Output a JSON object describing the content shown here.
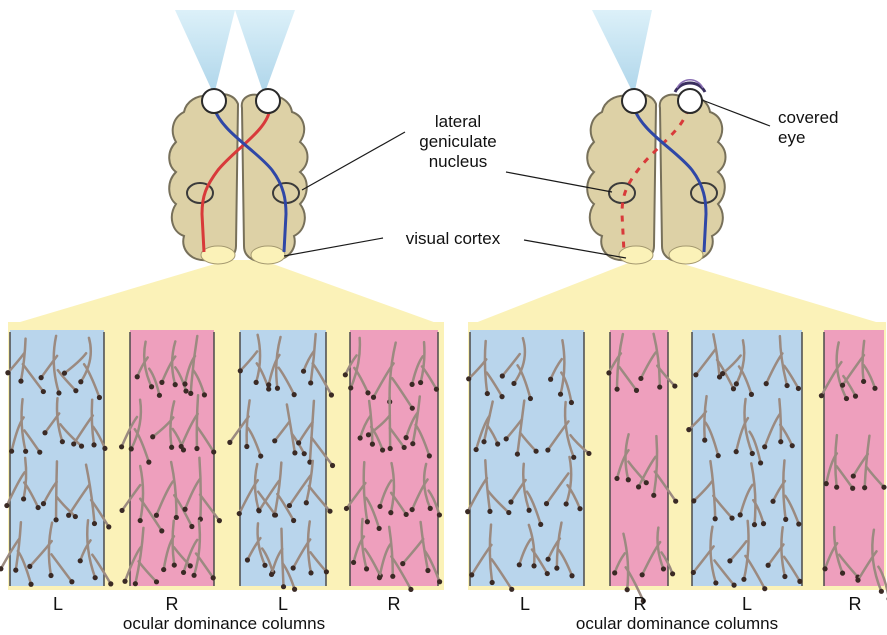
{
  "labels": {
    "lgn_line1": "lateral",
    "lgn_line2": "geniculate",
    "lgn_line3": "nucleus",
    "visual_cortex": "visual cortex",
    "covered_line1": "covered",
    "covered_line2": "eye"
  },
  "left_panel": {
    "columns": [
      "L",
      "R",
      "L",
      "R"
    ],
    "caption": "ocular dominance columns"
  },
  "right_panel": {
    "columns": [
      "L",
      "R",
      "L",
      "R"
    ],
    "caption": "ocular dominance columns"
  },
  "colors": {
    "left_eye_column": "#b9d5ec",
    "right_eye_column": "#ee9fbd",
    "background_tissue": "#fbf2b8",
    "brain": "#ddd1a6",
    "left_eye_pathway": "#d83a3a",
    "right_eye_pathway": "#2f47a6",
    "axon": "#9b8a80"
  }
}
